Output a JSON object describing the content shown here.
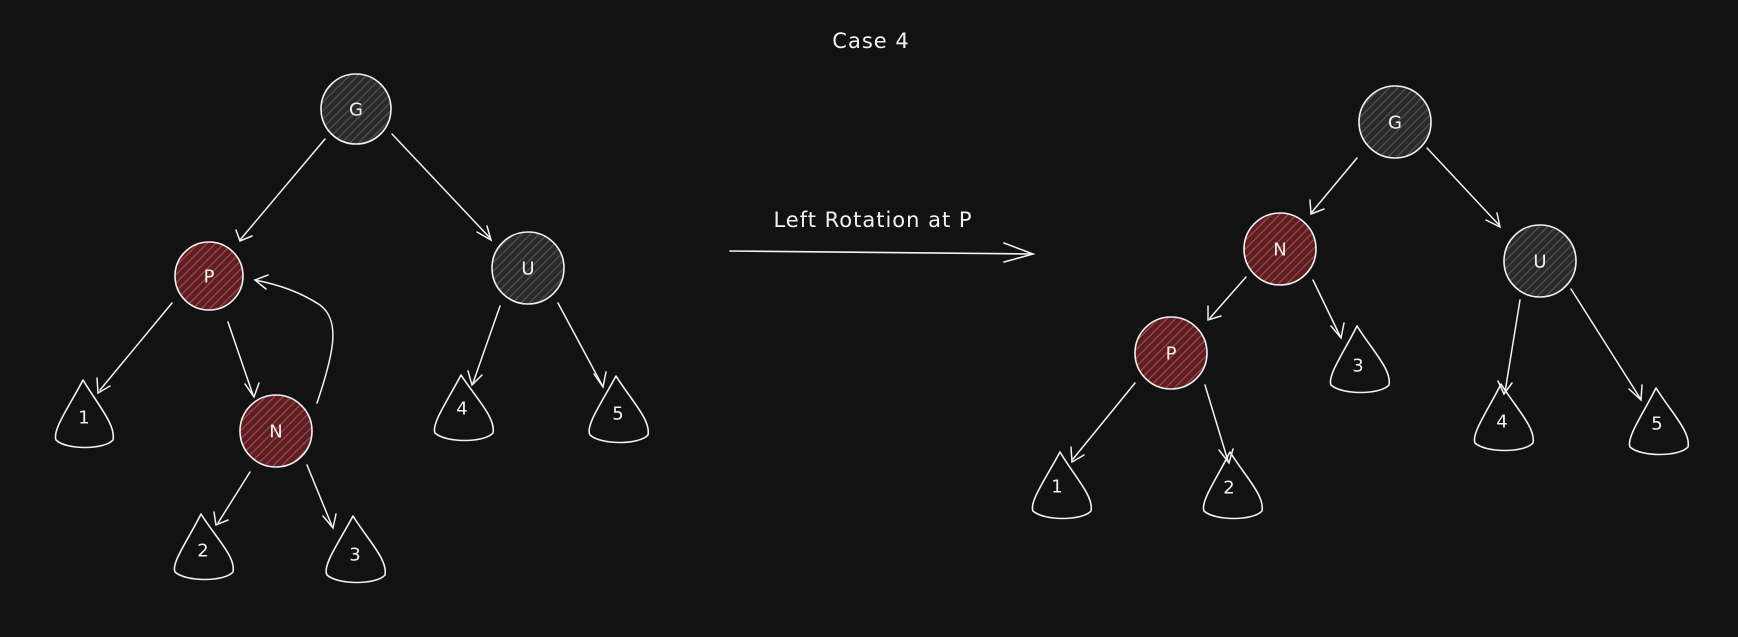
{
  "title": "Case 4",
  "operation_label": "Left Rotation at P",
  "colors": {
    "background": "#121212",
    "stroke": "#f2f2f2",
    "red_node_fill": "#7a2a2e",
    "black_node_fill": "#3a3a3a"
  },
  "before_tree": {
    "nodes": [
      {
        "id": "G",
        "label": "G",
        "color": "black"
      },
      {
        "id": "P",
        "label": "P",
        "color": "red"
      },
      {
        "id": "U",
        "label": "U",
        "color": "black"
      },
      {
        "id": "N",
        "label": "N",
        "color": "red"
      }
    ],
    "leaves": [
      {
        "id": "1",
        "label": "1"
      },
      {
        "id": "2",
        "label": "2"
      },
      {
        "id": "3",
        "label": "3"
      },
      {
        "id": "4",
        "label": "4"
      },
      {
        "id": "5",
        "label": "5"
      }
    ]
  },
  "after_tree": {
    "nodes": [
      {
        "id": "G",
        "label": "G",
        "color": "black"
      },
      {
        "id": "N",
        "label": "N",
        "color": "red"
      },
      {
        "id": "U",
        "label": "U",
        "color": "black"
      },
      {
        "id": "P",
        "label": "P",
        "color": "red"
      }
    ],
    "leaves": [
      {
        "id": "3",
        "label": "3"
      },
      {
        "id": "4",
        "label": "4"
      },
      {
        "id": "5",
        "label": "5"
      },
      {
        "id": "1",
        "label": "1"
      },
      {
        "id": "2",
        "label": "2"
      }
    ]
  }
}
